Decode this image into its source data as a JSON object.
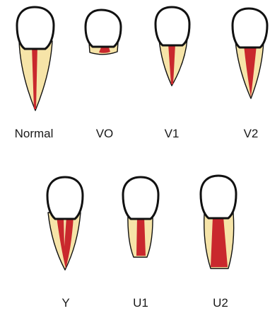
{
  "colors": {
    "root_fill": "#f6e4a8",
    "canal_fill": "#c9282d",
    "outline": "#111111",
    "background": "#ffffff"
  },
  "teeth": [
    {
      "id": "normal",
      "label": "Normal"
    },
    {
      "id": "vo",
      "label": "VO"
    },
    {
      "id": "v1",
      "label": "V1"
    },
    {
      "id": "v2",
      "label": "V2"
    },
    {
      "id": "y",
      "label": "Y"
    },
    {
      "id": "u1",
      "label": "U1"
    },
    {
      "id": "u2",
      "label": "U2"
    }
  ]
}
